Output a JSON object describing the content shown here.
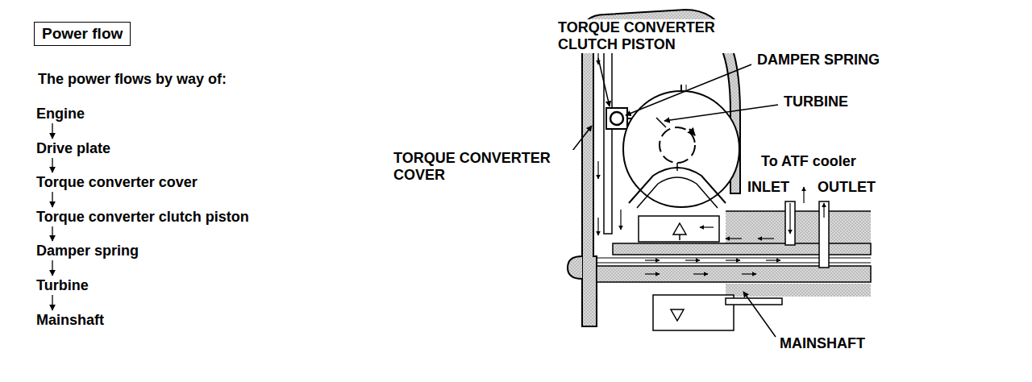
{
  "diagram": {
    "title": "Power flow",
    "nodes": [
      {
        "text": [
          "Engine"
        ]
      },
      {
        "text": [
          "Drive plate"
        ]
      },
      {
        "text": [
          "Torque converter cover"
        ]
      },
      {
        "text": [
          "Torque converter clutch piston"
        ]
      },
      {
        "text": [
          "Damper spring"
        ]
      },
      {
        "text": [
          "Turbine"
        ]
      },
      {
        "text": [
          "Mainshaft"
        ]
      }
    ],
    "edges": [
      {
        "from": 0,
        "to": 1,
        "arrow": "to"
      },
      {
        "from": 1,
        "to": 2,
        "arrow": "to"
      },
      {
        "from": 2,
        "to": 3,
        "arrow": "to"
      },
      {
        "from": 3,
        "to": 4,
        "arrow": "to"
      },
      {
        "from": 4,
        "to": 5,
        "arrow": "to"
      },
      {
        "from": 5,
        "to": 6,
        "arrow": "to"
      }
    ],
    "labels": [
      "The power flows by way of:",
      "TORQUE CONVERTER CLUTCH PISTON",
      "DAMPER SPRING",
      "TURBINE",
      "TORQUE CONVERTER COVER",
      "To ATF cooler",
      "INLET",
      "OUTLET",
      "MAINSHAFT"
    ]
  }
}
